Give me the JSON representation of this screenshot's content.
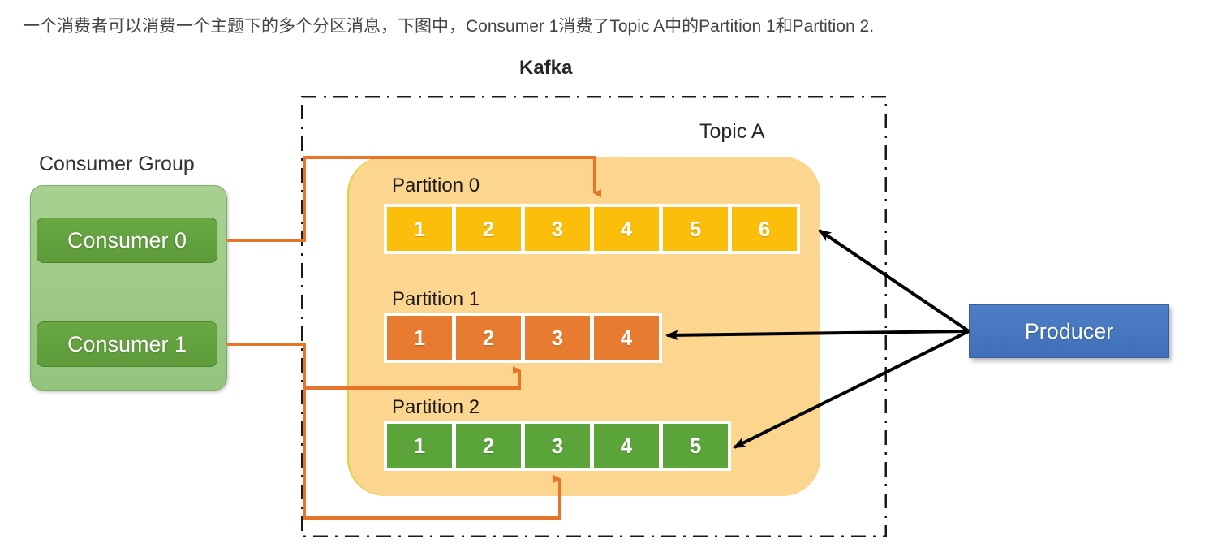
{
  "caption": {
    "text": "一个消费者可以消费一个主题下的多个分区消息，下图中，Consumer 1消费了Topic A中的Partition 1和Partition 2."
  },
  "diagram": {
    "kafka_label": "Kafka",
    "topic_label": "Topic A",
    "consumer_group_label": "Consumer Group",
    "consumers": [
      {
        "label": "Consumer 0"
      },
      {
        "label": "Consumer 1"
      }
    ],
    "producer": {
      "label": "Producer"
    },
    "partitions": [
      {
        "label": "Partition 0",
        "color": "#FBBF0B",
        "cells": [
          "1",
          "2",
          "3",
          "4",
          "5",
          "6"
        ]
      },
      {
        "label": "Partition 1",
        "color": "#E77C30",
        "cells": [
          "1",
          "2",
          "3",
          "4"
        ]
      },
      {
        "label": "Partition 2",
        "color": "#5AA43A",
        "cells": [
          "1",
          "2",
          "3",
          "4",
          "5"
        ]
      }
    ],
    "colors": {
      "topic_background": "#FCD68E",
      "consumer_group_background": "#93C47D",
      "consumer_background": "#5D9B3B",
      "producer_background": "#3E6FB8",
      "consumer_wire": "#E8742A",
      "producer_wire": "#000000",
      "kafka_border": "#1a1a1a"
    }
  }
}
